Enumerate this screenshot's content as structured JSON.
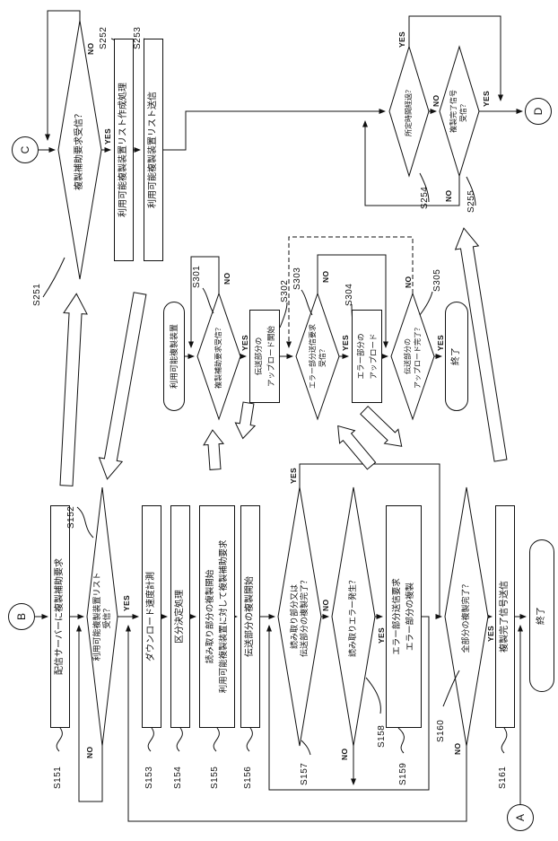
{
  "labels": {
    "yes": "YES",
    "no": "NO"
  },
  "connectors": {
    "a": "A",
    "b": "B",
    "c": "C",
    "d": "D"
  },
  "lane1": {
    "s151": {
      "id": "S151",
      "text": "配信サーバーに複製補助要求"
    },
    "s152": {
      "id": "S152",
      "line1": "利用可能複製装置リスト",
      "line2": "受信？"
    },
    "s153": {
      "id": "S153",
      "text": "ダウンロード速度計測"
    },
    "s154": {
      "id": "S154",
      "text": "区分決定処理"
    },
    "s155": {
      "id": "S155",
      "line1": "読み取り部分の複製開始",
      "line2": "利用可能複製装置に対して複製補助要求"
    },
    "s156": {
      "id": "S156",
      "text": "伝送部分の複製開始"
    },
    "s157": {
      "id": "S157",
      "line1": "読み取り部分又は",
      "line2": "伝送部分の複製完了？"
    },
    "s158": {
      "id": "S158",
      "text": "読み取りエラー発生？"
    },
    "s159": {
      "id": "S159",
      "line1": "エラー部分送信要求",
      "line2": "エラー部分の複製"
    },
    "s160": {
      "id": "S160",
      "text": "全部分の複製完了？"
    },
    "s161": {
      "id": "S161",
      "text": "複製完了信号送信"
    },
    "end": {
      "text": "終了"
    }
  },
  "lane2": {
    "start": {
      "text": "利用可能複製装置"
    },
    "s301": {
      "id": "S301",
      "text": "複製補助要求受信？"
    },
    "s302": {
      "id": "S302",
      "line1": "伝送部分の",
      "line2": "アップロード開始"
    },
    "s303": {
      "id": "S303",
      "line1": "エラー部分送信要求",
      "line2": "受信？"
    },
    "s304": {
      "id": "S304",
      "line1": "エラー部分の",
      "line2": "アップロード"
    },
    "s305": {
      "id": "S305",
      "line1": "伝送部分の",
      "line2": "アップロード完了？"
    },
    "end": {
      "text": "終了"
    }
  },
  "lane3": {
    "s251": {
      "id": "S251",
      "text": "複製補助要求受信？"
    },
    "s252": {
      "id": "S252",
      "text": "利用可能複製装置リスト作成処理"
    },
    "s253": {
      "id": "S253",
      "text": "利用可能複製装置リスト送信"
    },
    "s254": {
      "id": "S254",
      "text": "所定時間経過？"
    },
    "s255": {
      "id": "S255",
      "line1": "複製完了信号",
      "line2": "受信？"
    }
  }
}
